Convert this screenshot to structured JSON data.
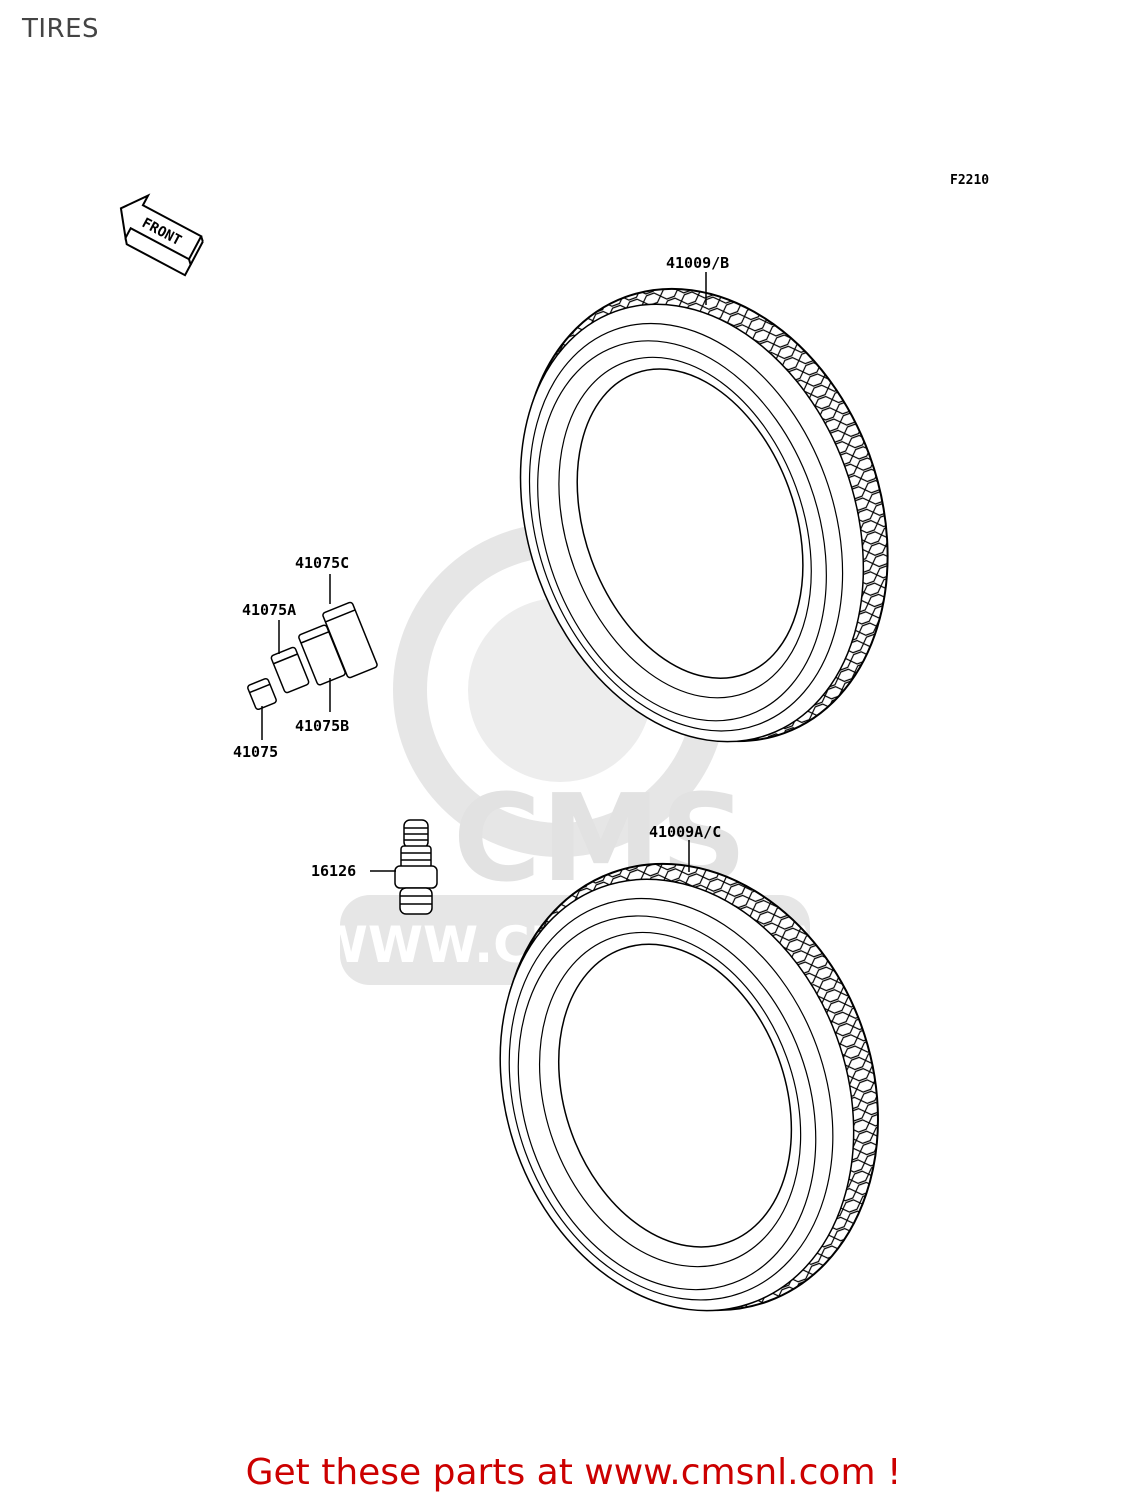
{
  "page": {
    "title": "TIRES"
  },
  "figure": {
    "number": "F2210",
    "front_indicator": "FRONT"
  },
  "parts": {
    "tire_front": "41009/B",
    "tire_rear": "41009A/C",
    "weight_c": "41075C",
    "weight_a": "41075A",
    "weight_b": "41075B",
    "weight": "41075",
    "valve": "16126"
  },
  "watermark": {
    "brand": "CMS",
    "url": "WWW.CMSNL.COM"
  },
  "footer": {
    "text": "Get these parts at www.cmsnl.com !",
    "color": "#cc0000"
  },
  "colors": {
    "line": "#000000",
    "watermark": "#e6e6e6"
  }
}
